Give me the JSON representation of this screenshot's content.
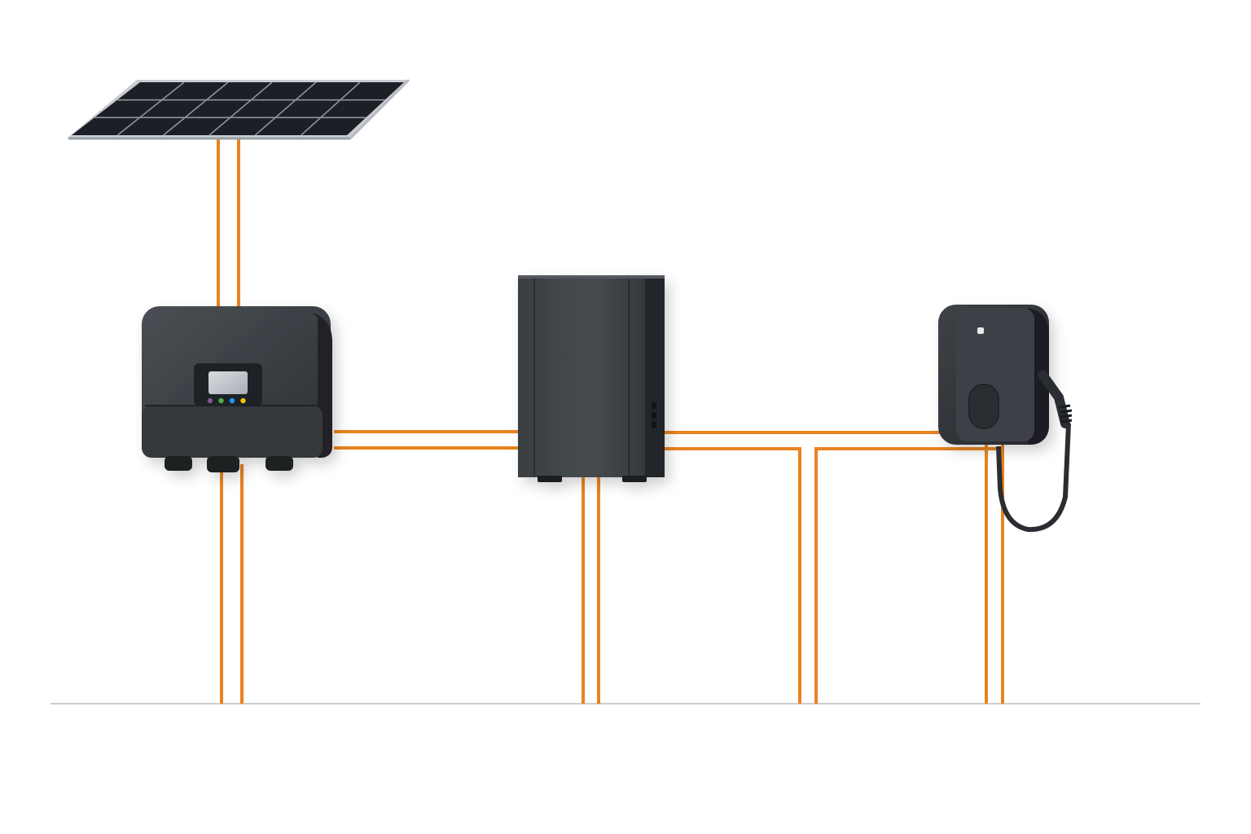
{
  "diagram": {
    "components": [
      {
        "id": "solar-panel",
        "icon": "solar-panel-icon"
      },
      {
        "id": "inverter",
        "icon": "inverter-icon",
        "indicator_leds": [
          "#7a5a8c",
          "#4caf50",
          "#2196f3",
          "#f5c400"
        ]
      },
      {
        "id": "battery",
        "icon": "battery-cabinet-icon"
      },
      {
        "id": "ev-charger",
        "icon": "ev-charger-icon"
      }
    ],
    "connections": [
      {
        "from": "solar-panel",
        "to": "inverter"
      },
      {
        "from": "inverter",
        "to": "battery"
      },
      {
        "from": "battery",
        "to": "ev-charger"
      },
      {
        "from": "inverter",
        "to": "ground"
      },
      {
        "from": "battery",
        "to": "ground"
      },
      {
        "from": "battery-ev-line",
        "to": "ground"
      },
      {
        "from": "ev-charger",
        "to": "ground"
      }
    ]
  },
  "colors": {
    "background": "#ffffff",
    "cable": "#e8831f",
    "device_body": "#3c4044",
    "device_dark": "#222528",
    "panel_cell": "#1c2026",
    "panel_frame": "#c9ccd0",
    "ground_line": "#b9bec4",
    "screen": "#c7ccd2"
  }
}
